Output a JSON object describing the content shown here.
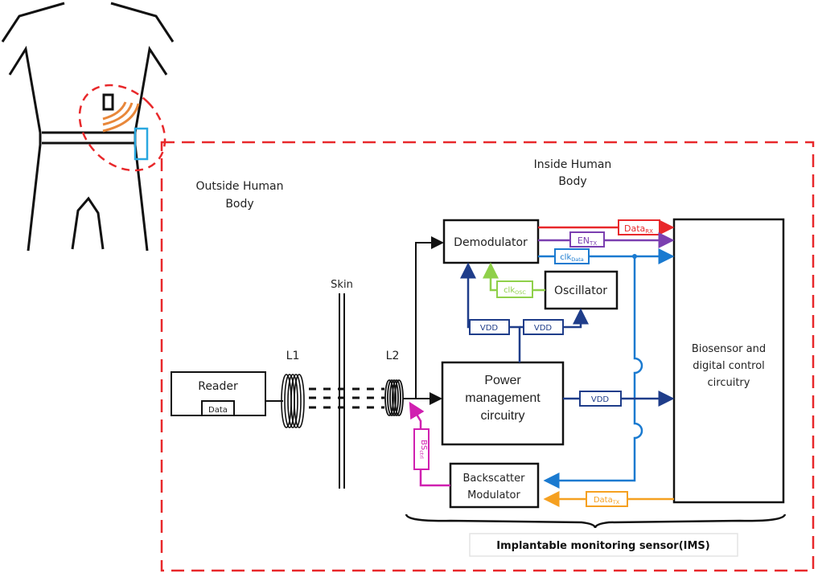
{
  "labels": {
    "outside_line1": "Outside Human",
    "outside_line2": "Body",
    "inside_line1": "Inside Human",
    "inside_line2": "Body",
    "skin": "Skin",
    "l1": "L1",
    "l2": "L2",
    "ims_caption": "Implantable monitoring sensor(IMS)"
  },
  "blocks": {
    "reader": "Reader",
    "reader_data": "Data",
    "demodulator": "Demodulator",
    "oscillator": "Oscillator",
    "power_line1": "Power",
    "power_line2": "management",
    "power_line3": "circuitry",
    "backscatter_line1": "Backscatter",
    "backscatter_line2": "Modulator",
    "biosensor_line1": "Biosensor and",
    "biosensor_line2": "digital control",
    "biosensor_line3": "circuitry"
  },
  "signals": {
    "data_rx": {
      "base": "Data",
      "sub": "RX"
    },
    "en_tx": {
      "base": "EN",
      "sub": "TX"
    },
    "clk_data": {
      "base": "clk",
      "sub": "Data"
    },
    "clk_osc": {
      "base": "clk",
      "sub": "OSC"
    },
    "vdd_demod": "VDD",
    "vdd_osc": "VDD",
    "vdd_bio": "VDD",
    "bs_ctrl": {
      "base": "BS",
      "sub": "ctrl"
    },
    "data_tx": {
      "base": "Data",
      "sub": "TX"
    }
  },
  "colors": {
    "data_rx": "#e8282b",
    "en_tx": "#7b3fb0",
    "clk_data": "#1a7ad0",
    "clk_osc": "#8fd04a",
    "vdd": "#1f3d8a",
    "bs_ctrl": "#d020b0",
    "data_tx": "#f5a020",
    "boundary": "#e8282b",
    "reader_device": "#2aa8e0",
    "rf_waves": "#e8873a"
  }
}
